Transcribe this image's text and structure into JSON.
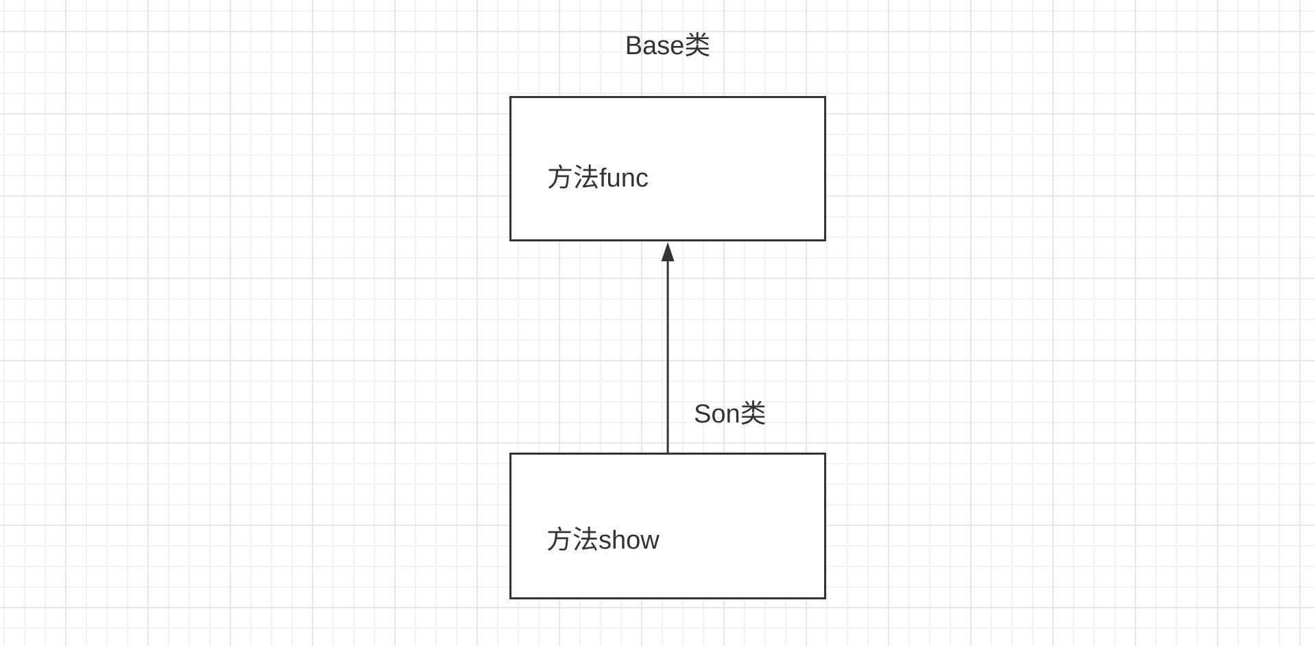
{
  "canvas": {
    "background_color": "#ffffff",
    "grid_minor_color": "#f2f2f4",
    "grid_major_color": "#e7e7e9",
    "stroke_color": "#333333",
    "text_color": "#333333"
  },
  "diagram": {
    "base_class": {
      "title": "Base类",
      "method": "方法func"
    },
    "son_class": {
      "title": "Son类",
      "method": "方法show"
    },
    "edge": {
      "type": "solid-arrow-up",
      "from": "son_class",
      "to": "base_class"
    }
  }
}
